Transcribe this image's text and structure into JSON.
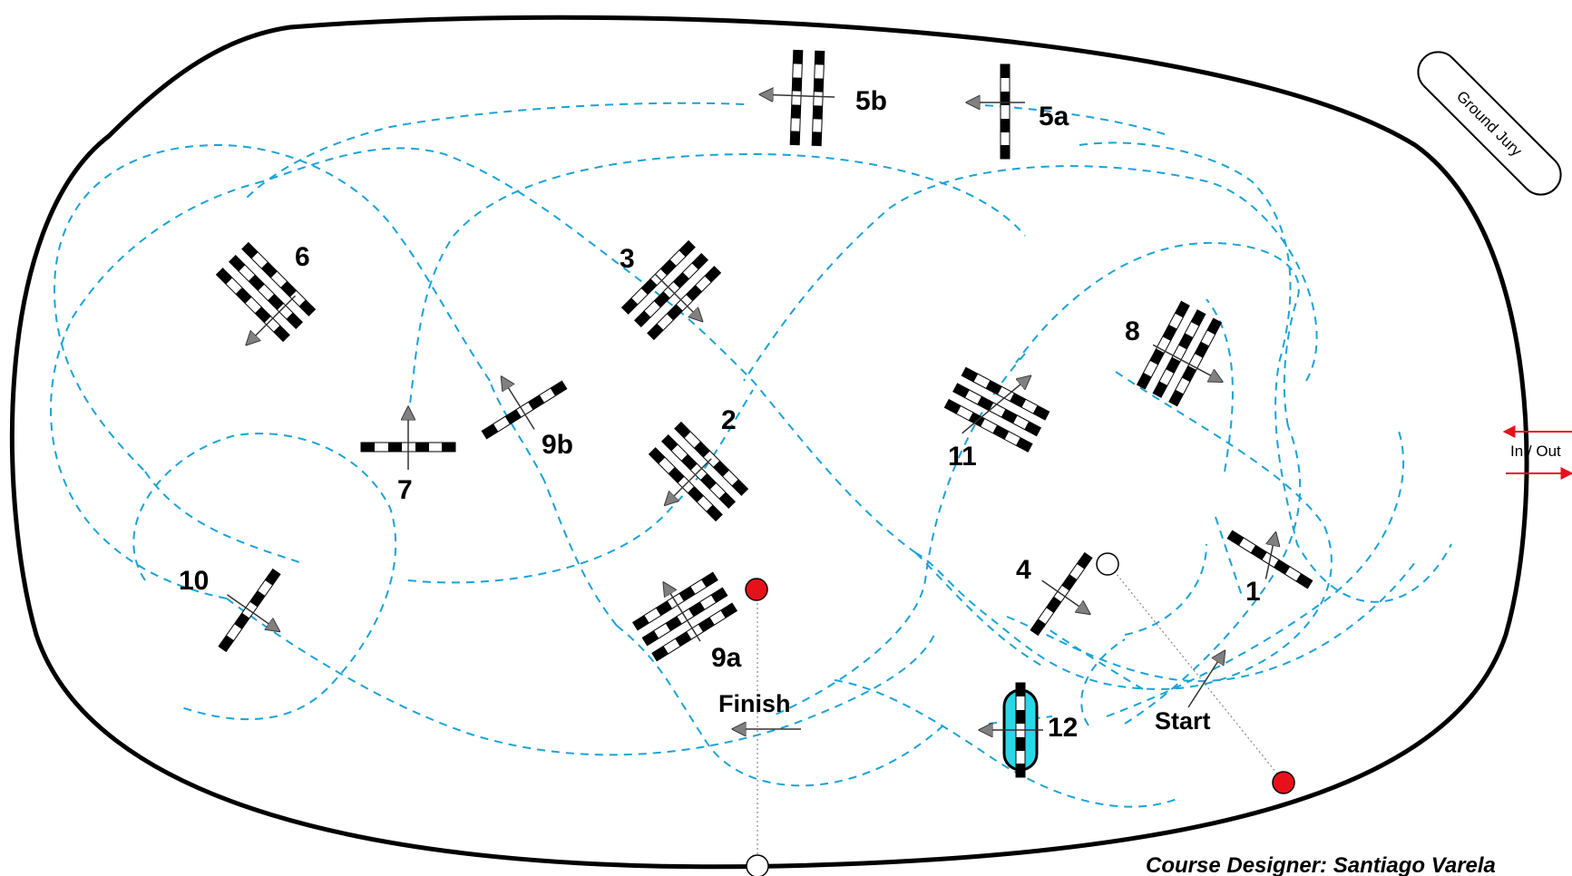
{
  "arena": {
    "ground_jury_label": "Ground Jury",
    "in_out_label": "In / Out",
    "start_label": "Start",
    "finish_label": "Finish",
    "designer_credit": "Course Designer: Santiago Varela"
  },
  "obstacles": [
    {
      "id": "1",
      "label": "1",
      "kind": "vertical"
    },
    {
      "id": "2",
      "label": "2",
      "kind": "triple"
    },
    {
      "id": "3",
      "label": "3",
      "kind": "triple"
    },
    {
      "id": "4",
      "label": "4",
      "kind": "vertical"
    },
    {
      "id": "5a",
      "label": "5a",
      "kind": "vertical"
    },
    {
      "id": "5b",
      "label": "5b",
      "kind": "oxer"
    },
    {
      "id": "6",
      "label": "6",
      "kind": "triple"
    },
    {
      "id": "7",
      "label": "7",
      "kind": "vertical"
    },
    {
      "id": "8",
      "label": "8",
      "kind": "triple"
    },
    {
      "id": "9a",
      "label": "9a",
      "kind": "triple"
    },
    {
      "id": "9b",
      "label": "9b",
      "kind": "vertical"
    },
    {
      "id": "10",
      "label": "10",
      "kind": "vertical"
    },
    {
      "id": "11",
      "label": "11",
      "kind": "triple"
    },
    {
      "id": "12",
      "label": "12",
      "kind": "water-vertical"
    }
  ],
  "colors": {
    "route": "#1aa3d6",
    "flag_red": "#e8101a",
    "water": "#28d8e8",
    "arrow_fill": "#808080",
    "in_out_arrow": "#e8101a"
  }
}
